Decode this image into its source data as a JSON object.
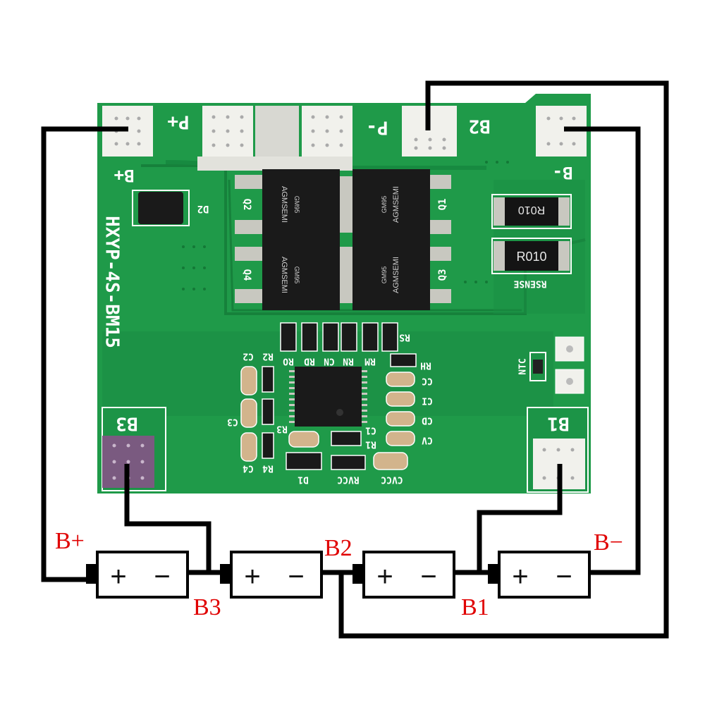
{
  "board": {
    "pad_labels": {
      "p_plus": "P+",
      "p_minus": "P-",
      "b2": "B2",
      "b_plus": "B+",
      "b_minus": "B-",
      "b3": "B3",
      "b1": "B1"
    },
    "model": "HXYP-4S-BM15",
    "mosfets": [
      {
        "ref": "Q2",
        "brand": "AGMSEMI",
        "code": "GM95"
      },
      {
        "ref": "Q1",
        "brand": "AGMSEMI",
        "code": "GM95"
      },
      {
        "ref": "Q4",
        "brand": "AGMSEMI",
        "code": "GM95"
      },
      {
        "ref": "Q3",
        "brand": "AGMSEMI",
        "code": "GM95"
      }
    ],
    "diode_ref": "D2",
    "resistors": [
      {
        "marking": "R010"
      },
      {
        "marking": "R010"
      }
    ],
    "rsense_label": "RSENSE",
    "ntc_label": "NTC",
    "component_labels": {
      "ro": "RO",
      "rd": "RD",
      "cn": "CN",
      "rn": "RN",
      "rm": "RM",
      "rs": "RS",
      "rh": "RH",
      "cc": "CC",
      "ci": "CI",
      "cd": "CD",
      "cv": "CV",
      "c2": "C2",
      "r2": "R2",
      "c3": "C3",
      "r3": "R3",
      "c4": "C4",
      "r4": "R4",
      "r1": "R1",
      "c1": "C1",
      "d1": "D1",
      "rvcc": "RVCC",
      "cvcc": "CVCC"
    }
  },
  "wiring_labels": {
    "b_plus": "B+",
    "b3": "B3",
    "b2": "B2",
    "b1": "B1",
    "b_minus": "B−"
  },
  "cells": [
    {
      "plus": "+",
      "minus": "−"
    },
    {
      "plus": "+",
      "minus": "−"
    },
    {
      "plus": "+",
      "minus": "−"
    },
    {
      "plus": "+",
      "minus": "−"
    }
  ],
  "colors": {
    "pcb": "#1e9c4a",
    "pcb_dark": "#157a38",
    "pad": "#f1f1ec",
    "wire": "#000000",
    "label_red": "#e00000",
    "b3_pad": "#7a5a80"
  }
}
